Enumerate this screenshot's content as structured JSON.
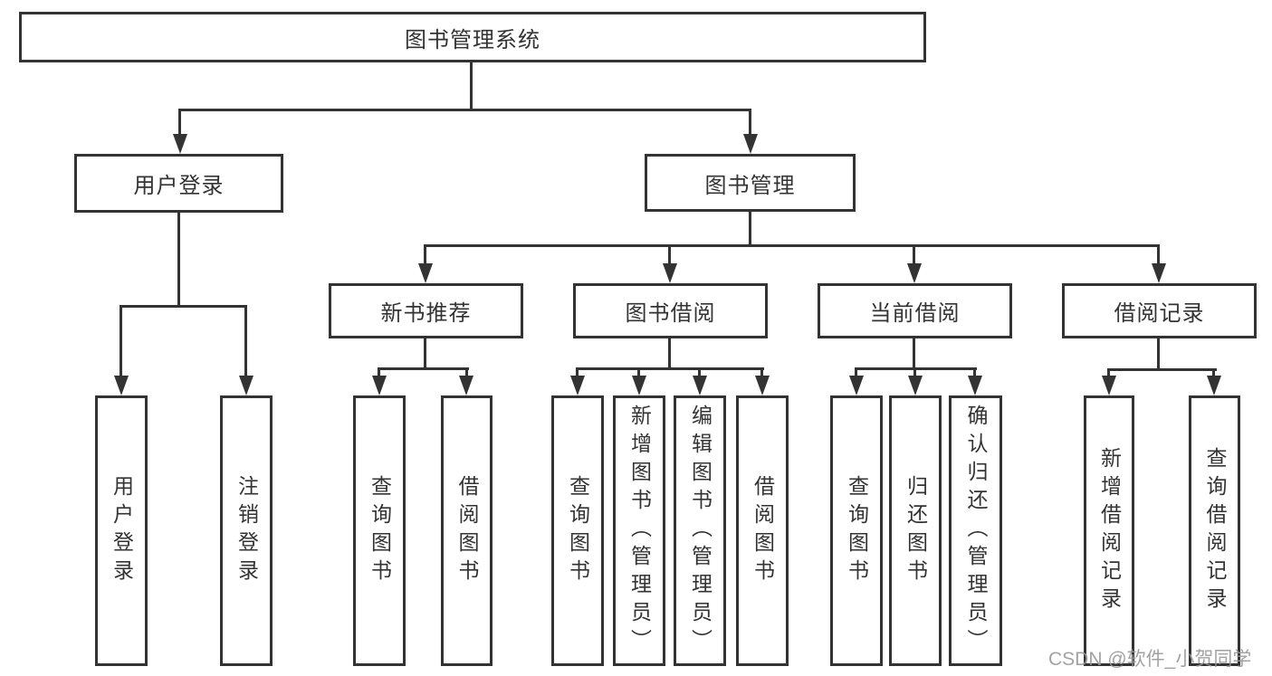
{
  "diagram": {
    "type": "hierarchy-tree",
    "title": "图书管理系统",
    "tree": {
      "label": "图书管理系统",
      "children": [
        {
          "label": "用户登录",
          "children": [
            {
              "label": "用户登录"
            },
            {
              "label": "注销登录"
            }
          ]
        },
        {
          "label": "图书管理",
          "children": [
            {
              "label": "新书推荐",
              "children": [
                {
                  "label": "查询图书"
                },
                {
                  "label": "借阅图书"
                }
              ]
            },
            {
              "label": "图书借阅",
              "children": [
                {
                  "label": "查询图书"
                },
                {
                  "label": "新增图书（管理员）"
                },
                {
                  "label": "编辑图书（管理员）"
                },
                {
                  "label": "借阅图书"
                }
              ]
            },
            {
              "label": "当前借阅",
              "children": [
                {
                  "label": "查询图书"
                },
                {
                  "label": "归还图书"
                },
                {
                  "label": "确认归还（管理员）"
                }
              ]
            },
            {
              "label": "借阅记录",
              "children": [
                {
                  "label": "新增借阅记录"
                },
                {
                  "label": "查询借阅记录"
                }
              ]
            }
          ]
        }
      ]
    }
  },
  "nodes": {
    "root": "图书管理系统",
    "user_login": "用户登录",
    "book_management": "图书管理",
    "new_book_recommend": "新书推荐",
    "book_borrowing": "图书借阅",
    "current_borrowing": "当前借阅",
    "borrowing_records": "借阅记录",
    "ul_login": "用户登录",
    "ul_logout": "注销登录",
    "nb_query_books": "查询图书",
    "nb_borrow_books": "借阅图书",
    "bb_query_books": "查询图书",
    "bb_add_books": "新增图书（管理员）",
    "bb_edit_books": "编辑图书（管理员）",
    "bb_borrow_books": "借阅图书",
    "cb_query_books": "查询图书",
    "cb_return_books": "归还图书",
    "cb_confirm_return": "确认归还（管理员）",
    "br_add_record": "新增借阅记录",
    "br_query_record": "查询借阅记录"
  },
  "watermark": {
    "text": "CSDN @软件_小贺同学"
  },
  "colors": {
    "line": "#333333",
    "text": "#333333",
    "background": "#ffffff",
    "watermark": "#989898"
  }
}
